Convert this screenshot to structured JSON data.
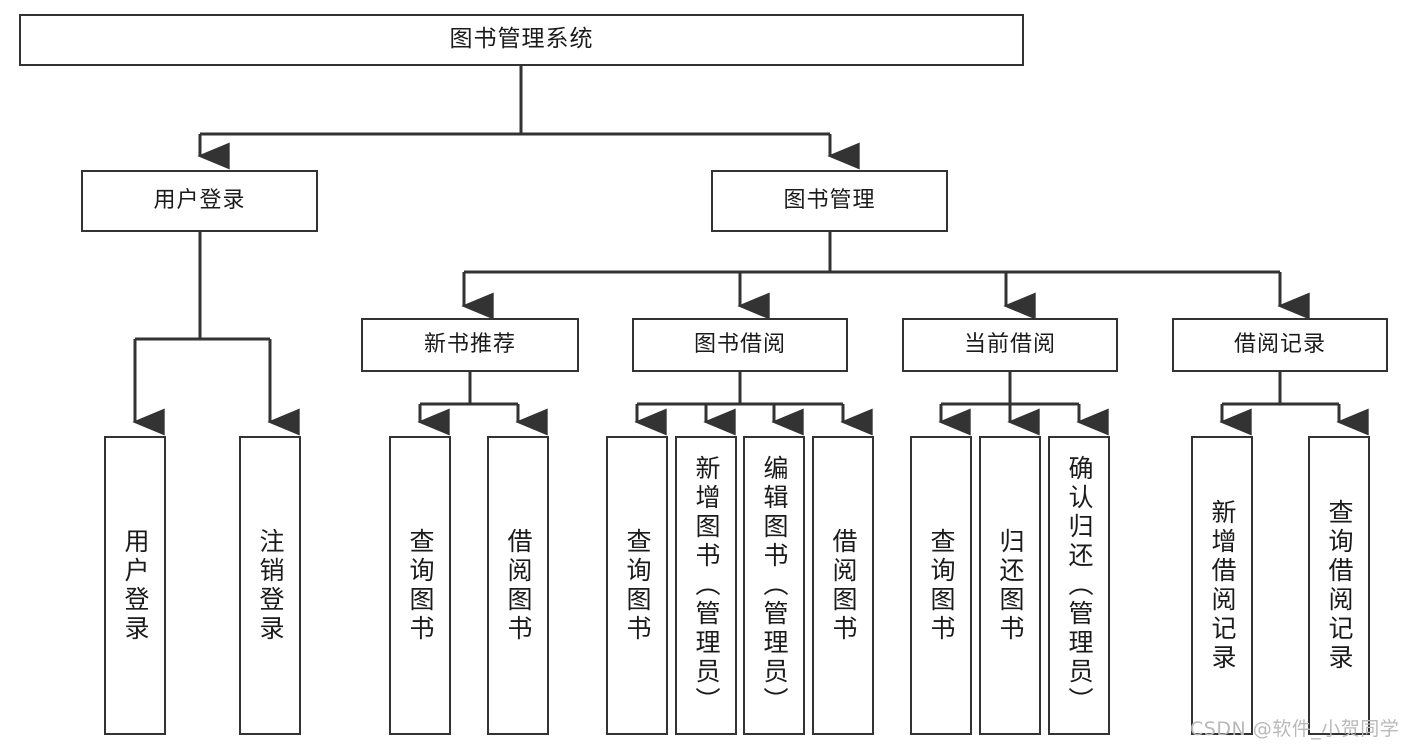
{
  "diagram": {
    "type": "tree-hierarchy",
    "title": "图书管理系统",
    "levels": 4,
    "root": {
      "id": "root",
      "label": "图书管理系统"
    },
    "level2": [
      {
        "id": "user-login",
        "label": "用户登录"
      },
      {
        "id": "book-manage",
        "label": "图书管理"
      }
    ],
    "level3": [
      {
        "id": "new-book-recommend",
        "label": "新书推荐",
        "parent": "book-manage"
      },
      {
        "id": "book-borrow",
        "label": "图书借阅",
        "parent": "book-manage"
      },
      {
        "id": "current-borrow",
        "label": "当前借阅",
        "parent": "book-manage"
      },
      {
        "id": "borrow-record",
        "label": "借阅记录",
        "parent": "book-manage"
      }
    ],
    "leaves": [
      {
        "id": "leaf-user-login",
        "label": "用户登录",
        "parent": "user-login"
      },
      {
        "id": "leaf-user-logout",
        "label": "注销登录",
        "parent": "user-login"
      },
      {
        "id": "leaf-query-book-1",
        "label": "查询图书",
        "parent": "new-book-recommend"
      },
      {
        "id": "leaf-borrow-book-1",
        "label": "借阅图书",
        "parent": "new-book-recommend"
      },
      {
        "id": "leaf-query-book-2",
        "label": "查询图书",
        "parent": "book-borrow"
      },
      {
        "id": "leaf-add-book-admin",
        "label": "新增图书（管理员）",
        "parent": "book-borrow"
      },
      {
        "id": "leaf-edit-book-admin",
        "label": "编辑图书（管理员）",
        "parent": "book-borrow"
      },
      {
        "id": "leaf-borrow-book-2",
        "label": "借阅图书",
        "parent": "book-borrow"
      },
      {
        "id": "leaf-query-book-3",
        "label": "查询图书",
        "parent": "current-borrow"
      },
      {
        "id": "leaf-return-book",
        "label": "归还图书",
        "parent": "current-borrow"
      },
      {
        "id": "leaf-confirm-return-admin",
        "label": "确认归还（管理员）",
        "parent": "current-borrow"
      },
      {
        "id": "leaf-add-borrow-record",
        "label": "新增借阅记录",
        "parent": "borrow-record"
      },
      {
        "id": "leaf-query-borrow-record",
        "label": "查询借阅记录",
        "parent": "borrow-record"
      }
    ],
    "colors": {
      "stroke": "#333333",
      "fill": "#ffffff",
      "text": "#1b1b1b",
      "watermark": "#b9b9b9"
    }
  },
  "watermark": {
    "text": "CSDN @软件_小贺同学"
  }
}
